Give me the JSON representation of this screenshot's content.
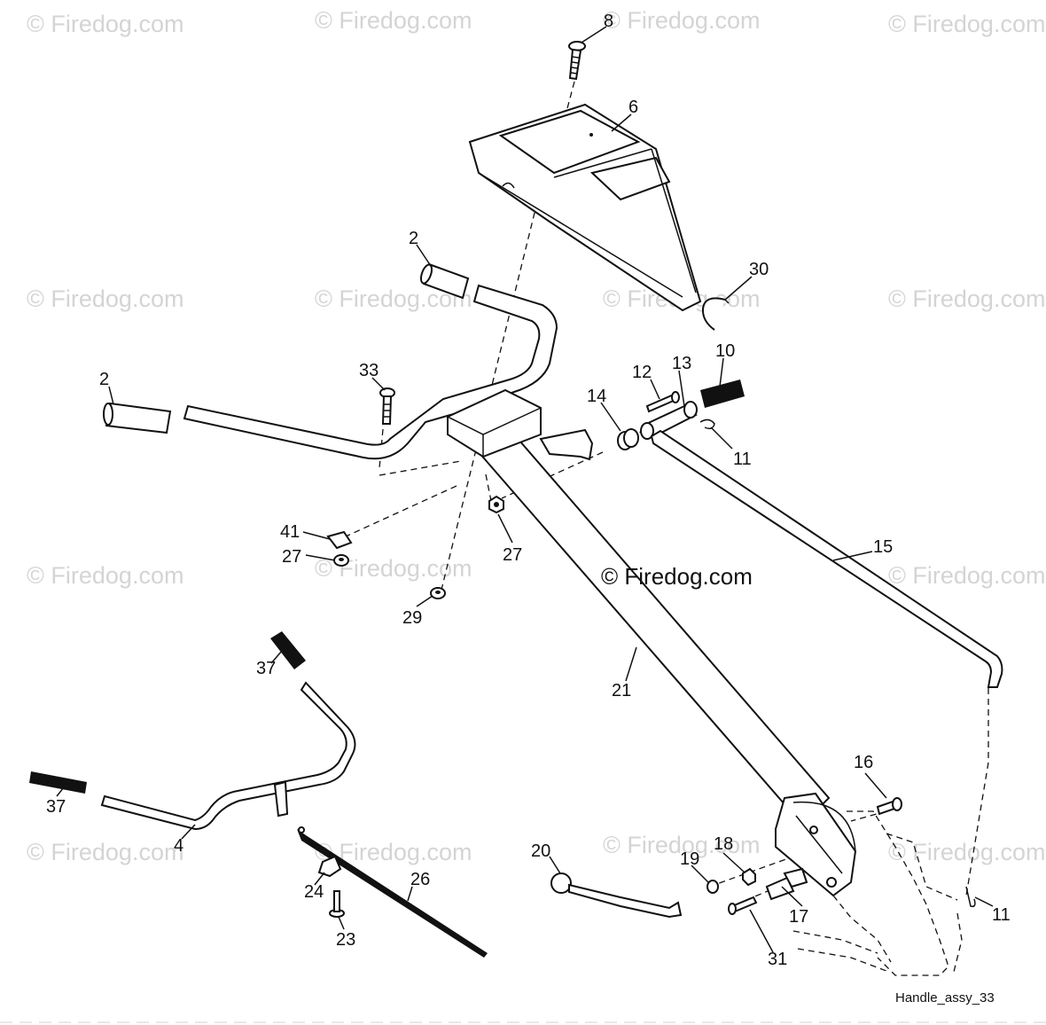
{
  "watermark_text": "© Firedog.com",
  "center_copyright": "© Firedog.com",
  "caption": "Handle_assy_33",
  "callouts": [
    "8",
    "6",
    "2",
    "30",
    "2",
    "33",
    "12",
    "13",
    "10",
    "14",
    "11",
    "41",
    "27",
    "27",
    "29",
    "15",
    "37",
    "21",
    "37",
    "16",
    "18",
    "20",
    "19",
    "4",
    "24",
    "26",
    "11",
    "17",
    "23",
    "31"
  ]
}
